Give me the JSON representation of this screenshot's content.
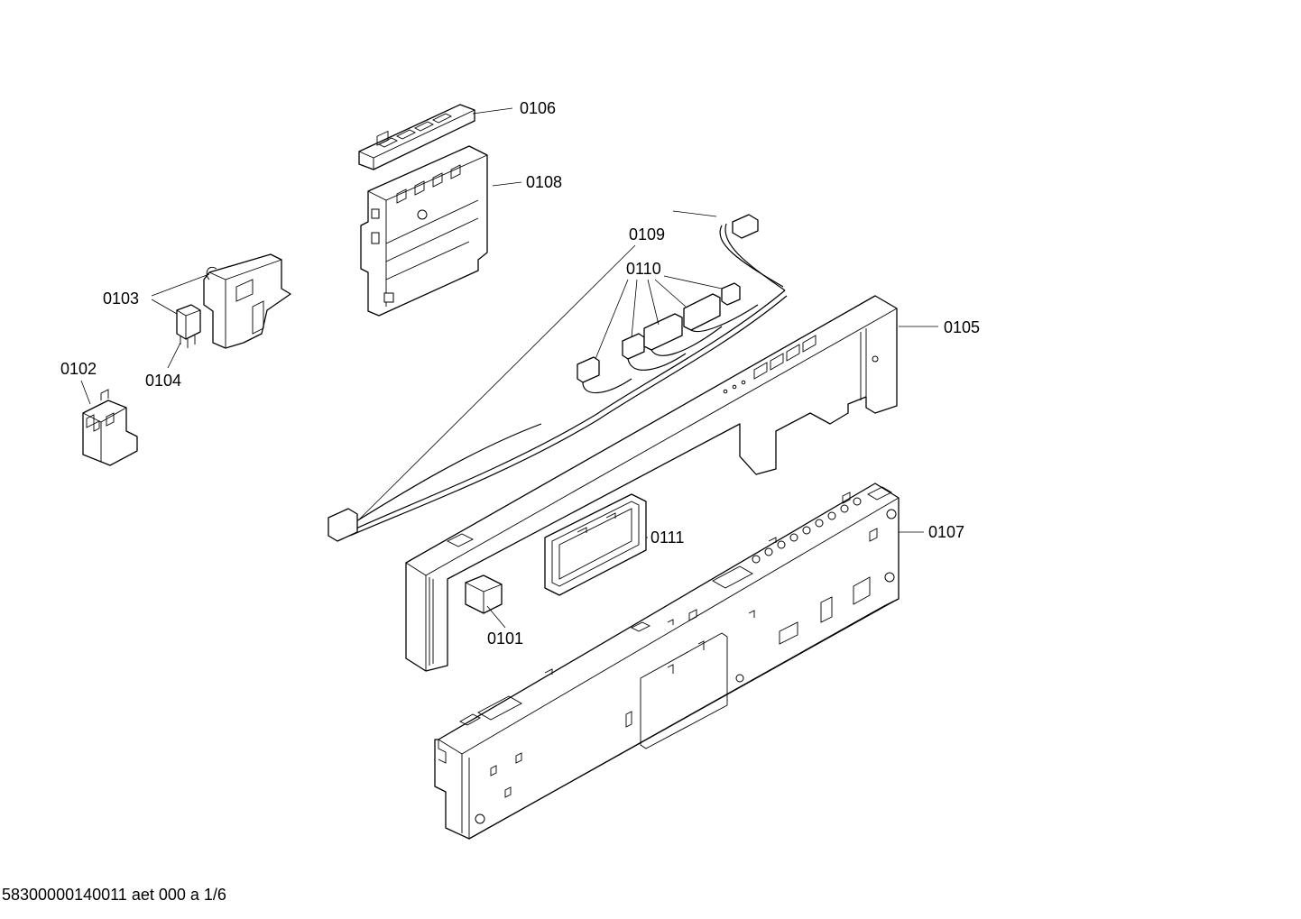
{
  "labels": {
    "p0101": "0101",
    "p0102": "0102",
    "p0103": "0103",
    "p0104": "0104",
    "p0105": "0105",
    "p0106": "0106",
    "p0107": "0107",
    "p0108": "0108",
    "p0109": "0109",
    "p0110": "0110",
    "p0111": "0111"
  },
  "footer": "58300000140011 aet 000 a 1/6"
}
